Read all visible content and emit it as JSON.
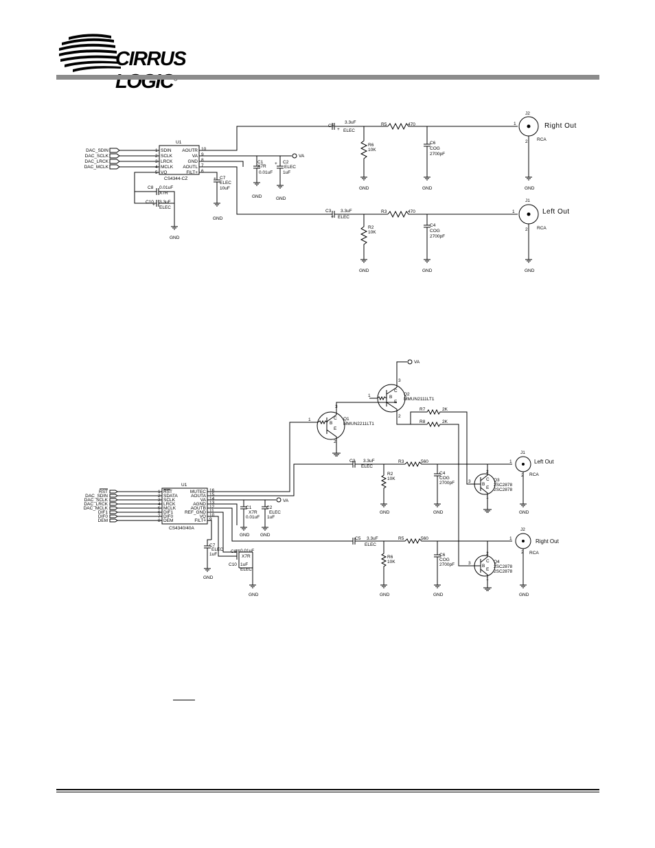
{
  "brand": {
    "name": "CIRRUS LOGIC",
    "reg": "®"
  },
  "fig1": {
    "u1_ref": "U1",
    "u1_part": "CS4344-CZ",
    "inputs": [
      "DAC_SDIN",
      "DAC_SCLK",
      "DAC_LRCK",
      "DAC_MCLK"
    ],
    "left_pins": [
      {
        "num": "1",
        "name": "SDIN"
      },
      {
        "num": "2",
        "name": "SCLK"
      },
      {
        "num": "3",
        "name": "LRCK"
      },
      {
        "num": "4",
        "name": "MCLK"
      },
      {
        "num": "5",
        "name": "VQ"
      }
    ],
    "right_pins": [
      {
        "num": "10",
        "name": "AOUTR"
      },
      {
        "num": "9",
        "name": "VA"
      },
      {
        "num": "8",
        "name": "GND"
      },
      {
        "num": "7",
        "name": "AOUTL"
      },
      {
        "num": "6",
        "name": "FILT+"
      }
    ],
    "c1": {
      "ref": "C1",
      "type": "X7R",
      "value": "0.01uF"
    },
    "c2": {
      "ref": "C2",
      "type": "ELEC",
      "value": "1uF"
    },
    "c3": {
      "ref": "C3",
      "value": "3.3uF",
      "type": "ELEC"
    },
    "c4": {
      "ref": "C4",
      "type": "COG",
      "value": "2700pF"
    },
    "c5": {
      "ref": "C5",
      "value": "3.3uF",
      "type": "ELEC"
    },
    "c6": {
      "ref": "C6",
      "type": "COG",
      "value": "2700pF"
    },
    "c7": {
      "ref": "C7",
      "type": "ELEC",
      "value": "10uF"
    },
    "c8": {
      "ref": "C8",
      "value": "0.01uF",
      "type": "X7R"
    },
    "c10": {
      "ref": "C10",
      "value": "3.3uF",
      "type": "ELEC"
    },
    "r2": {
      "ref": "R2",
      "value": "10K"
    },
    "r3": {
      "ref": "R3",
      "value": "470"
    },
    "r5": {
      "ref": "R5",
      "value": "470"
    },
    "r6": {
      "ref": "R6",
      "value": "10K"
    },
    "j1": {
      "ref": "J1",
      "label": "Left Out",
      "type": "RCA"
    },
    "j2": {
      "ref": "J2",
      "label": "Right Out",
      "type": "RCA"
    },
    "va": "VA",
    "gnd": "GND",
    "plus": "+",
    "pin1": "1",
    "pin2": "2"
  },
  "fig2": {
    "u1_ref": "U1",
    "u1_part": "CS4340/40A",
    "inputs": [
      "RST",
      "DAC_SDIN",
      "DAC_SCLK",
      "DAC_LRCK",
      "DAC_MCLK",
      "DIF1",
      "DIF0",
      "DEM"
    ],
    "left_pins": [
      {
        "num": "1",
        "name": "RST"
      },
      {
        "num": "2",
        "name": "SDATA"
      },
      {
        "num": "3",
        "name": "SCLK"
      },
      {
        "num": "4",
        "name": "LRCK"
      },
      {
        "num": "5",
        "name": "MCLK"
      },
      {
        "num": "6",
        "name": "DIF1"
      },
      {
        "num": "7",
        "name": "DIF0"
      },
      {
        "num": "8",
        "name": "DEM"
      }
    ],
    "right_pins": [
      {
        "num": "16",
        "name": "MUTEC"
      },
      {
        "num": "15",
        "name": "AOUTA"
      },
      {
        "num": "14",
        "name": "VA"
      },
      {
        "num": "13",
        "name": "AGND"
      },
      {
        "num": "12",
        "name": "AOUTB"
      },
      {
        "num": "11",
        "name": "REF_GND"
      },
      {
        "num": "10",
        "name": "VQ"
      },
      {
        "num": "9",
        "name": "FILT+"
      }
    ],
    "q1": {
      "ref": "Q1",
      "part": "MMUN2211LT1"
    },
    "q2": {
      "ref": "Q2",
      "part": "MMUN2111LT1"
    },
    "q3": {
      "ref": "Q3",
      "part1": "2SC2878",
      "part2": "2SC2878"
    },
    "q4": {
      "ref": "Q4",
      "part1": "2SC2878",
      "part2": "2SC2878"
    },
    "r7": {
      "ref": "R7",
      "value": "2K"
    },
    "r8": {
      "ref": "R8",
      "value": "2K"
    },
    "r2": {
      "ref": "R2",
      "value": "10K"
    },
    "r3": {
      "ref": "R3",
      "value": "560"
    },
    "r5": {
      "ref": "R5",
      "value": "560"
    },
    "r6": {
      "ref": "R6",
      "value": "10K"
    },
    "c1": {
      "ref": "C1",
      "type": "X7R",
      "value": "0.01uF"
    },
    "c2": {
      "ref": "C2",
      "type": "ELEC",
      "value": "1uF"
    },
    "c3": {
      "ref": "C3",
      "value": "3.3uF",
      "type": "ELEC"
    },
    "c4": {
      "ref": "C4",
      "type": "COG",
      "value": "2700pF"
    },
    "c5": {
      "ref": "C5",
      "value": "3.3uF",
      "type": "ELEC"
    },
    "c6": {
      "ref": "C6",
      "type": "COG",
      "value": "2700pF"
    },
    "c7": {
      "ref": "C7",
      "type": "ELEC",
      "value": "1uF"
    },
    "c8": {
      "ref": "C8",
      "value": "0.01uF",
      "type": "X7R"
    },
    "c10": {
      "ref": "C10",
      "value": "1uF",
      "type": "ELEC"
    },
    "j1": {
      "ref": "J1",
      "label": "Left Out",
      "type": "RCA"
    },
    "j2": {
      "ref": "J2",
      "label": "Right Out",
      "type": "RCA"
    },
    "va": "VA",
    "gnd": "GND",
    "pin_b": "B",
    "pin_c": "C",
    "pin_e": "E",
    "pin1": "1",
    "pin2": "2",
    "pin3": "3"
  }
}
